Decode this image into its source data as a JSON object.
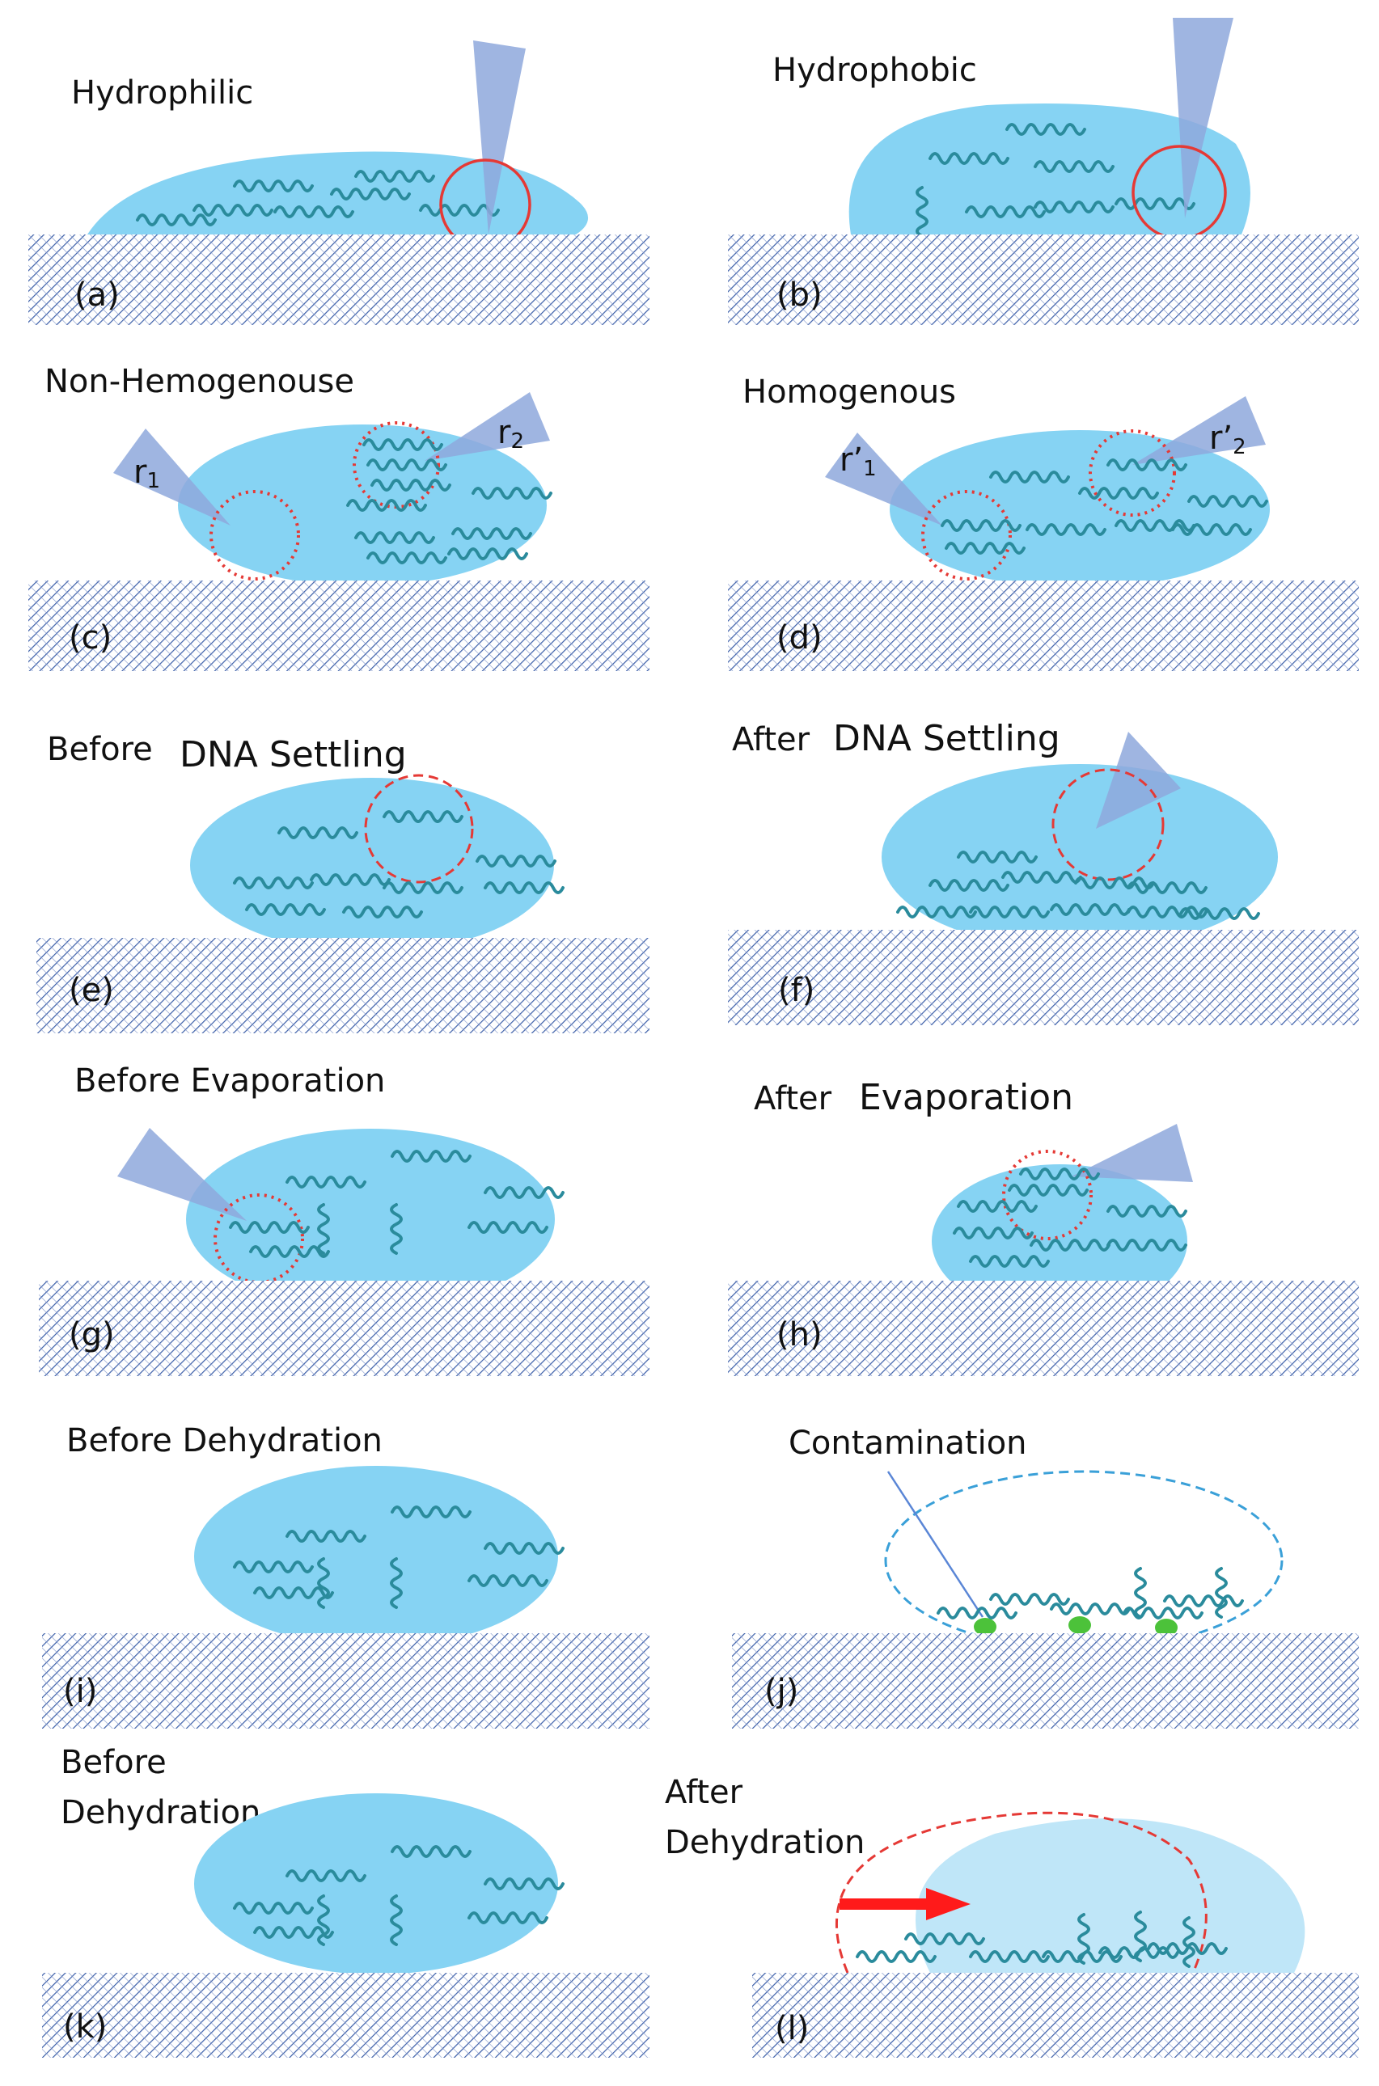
{
  "figure": {
    "panels": [
      {
        "id": "a",
        "title": "Hydrophilic",
        "tag": "(a)"
      },
      {
        "id": "b",
        "title": "Hydrophobic",
        "tag": "(b)"
      },
      {
        "id": "c",
        "title": "Non-Hemogenouse",
        "tag": "(c)"
      },
      {
        "id": "d",
        "title": "Homogenous",
        "tag": "(d)"
      },
      {
        "id": "e",
        "title_1": "Before",
        "title_2": "DNA Settling",
        "tag": "(e)"
      },
      {
        "id": "f",
        "title_1": "After",
        "title_2": "DNA Settling",
        "tag": "(f)"
      },
      {
        "id": "g",
        "title": "Before Evaporation",
        "tag": "(g)"
      },
      {
        "id": "h",
        "title_1": "After",
        "title_2": "Evaporation",
        "tag": "(h)"
      },
      {
        "id": "i",
        "title": "Before Dehydration",
        "tag": "(i)"
      },
      {
        "id": "j",
        "title": "Contamination",
        "tag": "(j)"
      },
      {
        "id": "k",
        "title_1": "Before",
        "title_2": "Dehydration",
        "tag": "(k)"
      },
      {
        "id": "l",
        "title_1": "After",
        "title_2": "Dehydration",
        "tag": "(l)"
      }
    ],
    "probe_labels": {
      "r1": "r",
      "r1_sub": "1",
      "r2": "r",
      "r2_sub": "2",
      "rp1": "r’",
      "rp1_sub": "1",
      "rp2": "r’",
      "rp2_sub": "2"
    },
    "colors": {
      "droplet": "#86d3f3",
      "droplet_light": "#bfe6f8",
      "substrate_hatch": "#3b5ea8",
      "probe": "#8ea8dc",
      "dna": "#2a8b9c",
      "circle_red": "#e53935",
      "contaminant": "#4cc23a",
      "arrow": "#ff1a1a",
      "dashed_blue": "#3aa0d8"
    }
  }
}
